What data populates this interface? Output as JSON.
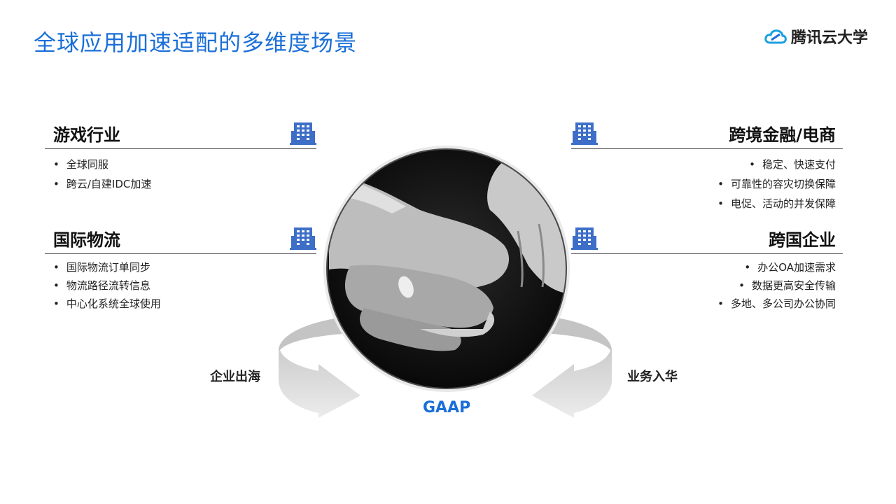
{
  "title": "全球应用加速适配的多维度场景",
  "logo": {
    "text": "腾讯云大学"
  },
  "sections": {
    "game": {
      "title": "游戏行业",
      "items": [
        "全球同服",
        "跨云/自建IDC加速"
      ]
    },
    "logistics": {
      "title": "国际物流",
      "items": [
        "国际物流订单同步",
        "物流路径流转信息",
        "中心化系统全球使用"
      ]
    },
    "finance": {
      "title": "跨境金融/电商",
      "items": [
        "稳定、快速支付",
        "可靠性的容灾切换保障",
        "电促、活动的并发保障"
      ]
    },
    "enterprise": {
      "title": "跨国企业",
      "items": [
        "办公OA加速需求",
        "数据更高安全传输",
        "多地、多公司办公协同"
      ]
    }
  },
  "labels": {
    "outbound": "企业出海",
    "inbound": "业务入华",
    "center": "GAAP"
  },
  "colors": {
    "accent": "#1a6fd8",
    "icon": "#3d6fc8"
  }
}
